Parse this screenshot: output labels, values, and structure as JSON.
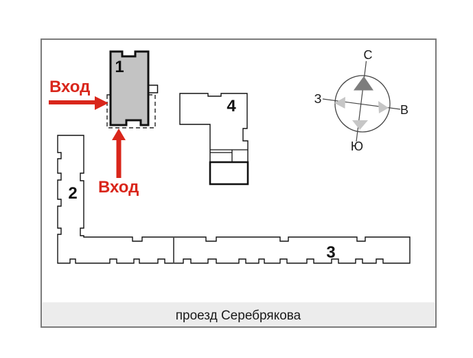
{
  "plan": {
    "street_label": "проезд Серебрякова",
    "buildings": {
      "b1": {
        "label": "1"
      },
      "b2": {
        "label": "2"
      },
      "b3": {
        "label": "3"
      },
      "b4": {
        "label": "4"
      }
    },
    "entrances": {
      "west": {
        "label": "Вход"
      },
      "south": {
        "label": "Вход"
      }
    },
    "compass": {
      "north": "С",
      "south": "Ю",
      "west": "З",
      "east": "В"
    },
    "colors": {
      "entrance_red": "#d9261b",
      "building1_fill": "#c3c3c3",
      "outline_black": "#111111",
      "frame_gray": "#7a7a7a",
      "street_strip_gray": "#ececec",
      "compass_north_fill": "#7d7d7d",
      "compass_minor_fill": "#c6c6c6"
    }
  }
}
